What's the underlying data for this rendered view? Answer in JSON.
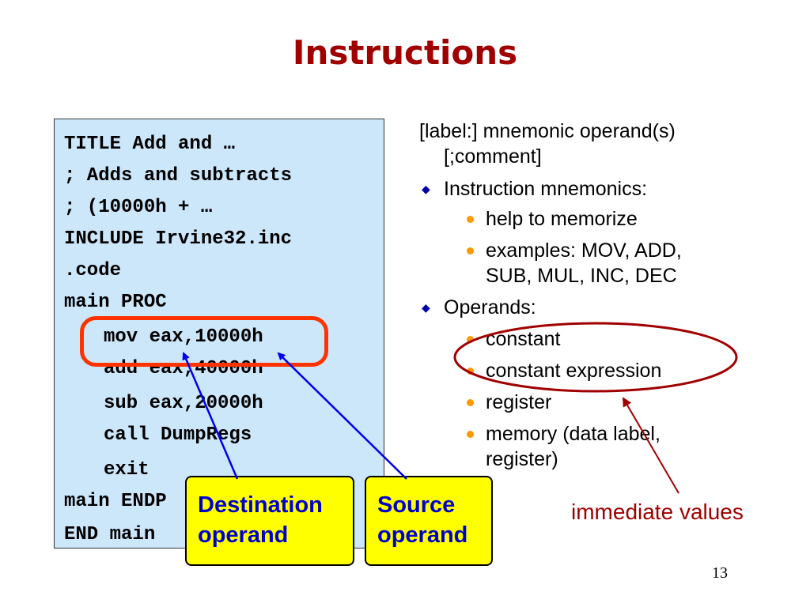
{
  "slide": {
    "title": "Instructions",
    "page_number": "13"
  },
  "code": {
    "lines": [
      "TITLE Add and …",
      "; Adds and subtracts",
      "; (10000h + …",
      "INCLUDE Irvine32.inc",
      ".code",
      "main PROC",
      "mov eax,10000h",
      "add eax,40000h",
      "sub eax,20000h",
      "call DumpRegs",
      "exit",
      "main ENDP",
      "END main"
    ]
  },
  "callouts": {
    "destination": [
      "Destination",
      "operand"
    ],
    "source": [
      "Source",
      "operand"
    ]
  },
  "bullets": {
    "syntax_line1": "[label:] mnemonic operand(s)",
    "syntax_line2": "[;comment]",
    "mnemonics_heading": "Instruction mnemonics:",
    "mnemonics_items": [
      "help to memorize",
      "examples: MOV, ADD,",
      "SUB, MUL, INC, DEC"
    ],
    "operands_heading": "Operands:",
    "operands_items": [
      "constant",
      "constant expression",
      "register",
      "memory (data label,",
      "register)"
    ]
  },
  "annotation": {
    "immediate_values": "immediate values"
  },
  "colors": {
    "title": "#a00000",
    "code_bg": "#cce6fa",
    "highlight_ring": "#ff3300",
    "callout_bg": "#ffff00",
    "callout_text": "#0000cc",
    "arrow_blue": "#0000ee",
    "annotation_red": "#a00000",
    "bullet_orange": "#ff9900",
    "bullet_diamond": "#0000aa"
  },
  "icons": {
    "level1_bullet": "diamond-bullet-icon",
    "level2_bullet": "orange-dot-bullet-icon",
    "arrows": "arrow-icon"
  }
}
